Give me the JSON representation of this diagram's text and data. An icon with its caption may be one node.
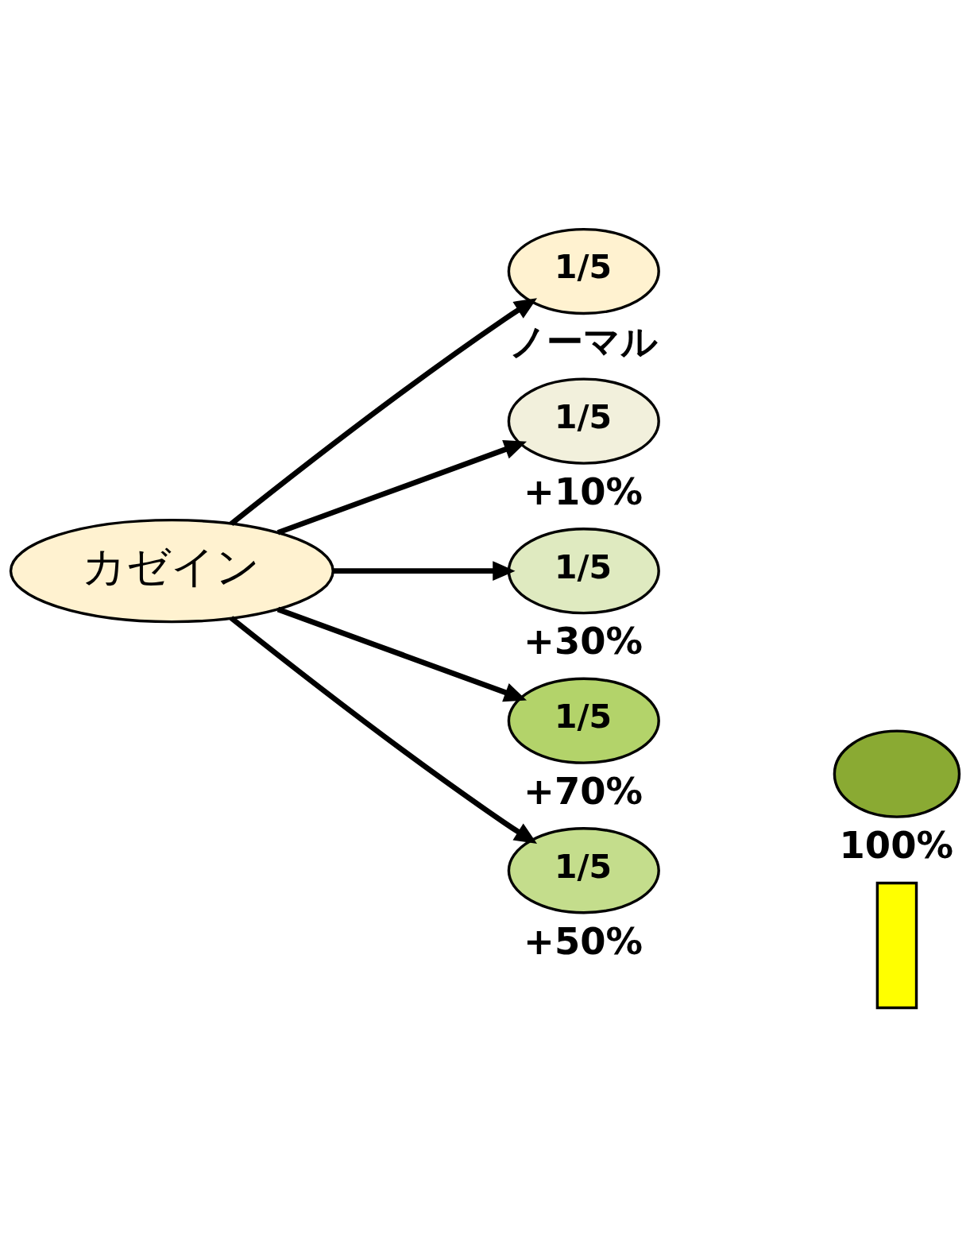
{
  "diagram": {
    "nodes": [
      {
        "text": [
          "カゼイン"
        ]
      },
      {
        "text": [
          "1/5"
        ],
        "beside": [
          "ノーマル"
        ]
      },
      {
        "text": [
          "1/5"
        ],
        "beside": [
          "+10%"
        ]
      },
      {
        "text": [
          "1/5"
        ],
        "beside": [
          "+30%"
        ]
      },
      {
        "text": [
          "1/5"
        ],
        "beside": [
          "+70%"
        ]
      },
      {
        "text": [
          "1/5"
        ],
        "beside": [
          "+50%"
        ]
      },
      {
        "text": [],
        "shape": "ellipse",
        "beside": [
          "100%"
        ]
      },
      {
        "text": [],
        "shape": "box"
      }
    ],
    "edges": [
      {
        "from": 0,
        "to": 1,
        "arrow": "to"
      },
      {
        "from": 0,
        "to": 2,
        "arrow": "to"
      },
      {
        "from": 0,
        "to": 3,
        "arrow": "to"
      },
      {
        "from": 0,
        "to": 4,
        "arrow": "to"
      },
      {
        "from": 0,
        "to": 5,
        "arrow": "to"
      }
    ]
  }
}
